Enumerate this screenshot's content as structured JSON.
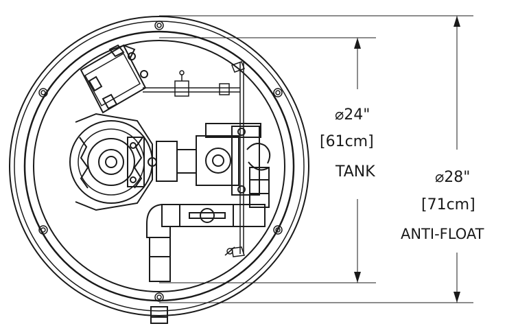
{
  "tank": {
    "diameter_text": "24\"",
    "metric_text": "61cm",
    "label": "TANK"
  },
  "anti_float": {
    "diameter_text": "28\"",
    "metric_text": "71cm",
    "label": "ANTI-FLOAT"
  },
  "symbols": {
    "diameter": "⌀"
  },
  "colors": {
    "line": "#1a1a1a",
    "background": "#ffffff"
  }
}
